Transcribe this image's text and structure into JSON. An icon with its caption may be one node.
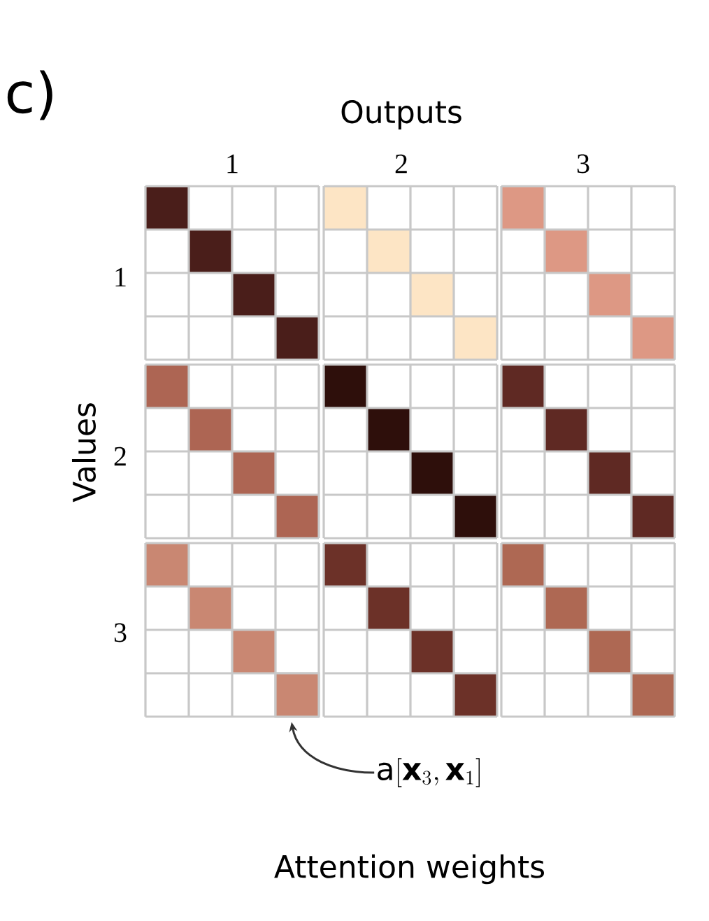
{
  "diagram": {
    "caption": "Attention weights",
    "nodes": [
      {
        "text": [
          "\\mathrm{a}[\\mathbf{x}_3, \\mathbf{x}_1]"
        ]
      },
      {
        "text": [],
        "shape": "box"
      }
    ],
    "edges": [
      {
        "from": 0,
        "to": 1,
        "arrow": "to"
      }
    ],
    "labels": [
      "c)",
      "Outputs",
      "1",
      "2",
      "3",
      "1",
      "Values",
      "2",
      "3"
    ]
  }
}
